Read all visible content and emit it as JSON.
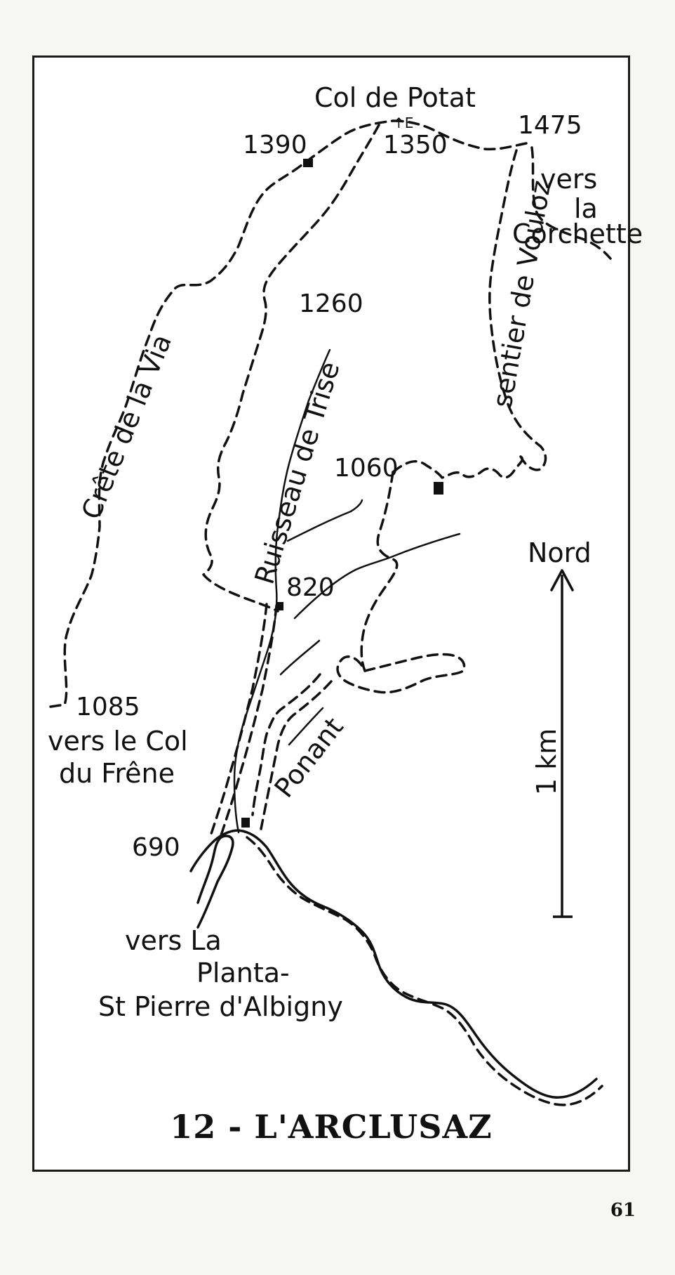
{
  "map": {
    "title": "12 - L'ARCLUSAZ",
    "page_number": "61",
    "places": {
      "col": "Col de Potat",
      "alt_1390": "1390",
      "alt_1350": "1350",
      "alt_1475": "1475",
      "vers_corchette_1": "vers",
      "vers_corchette_2": "la",
      "vers_corchette_3": "Corchette",
      "crete": "Crête de la Via",
      "alt_1260": "1260",
      "sentier": "sentier de Vouloz",
      "ruisseau": "Ruisseau de Trise",
      "alt_1060": "1060",
      "alt_820": "820",
      "alt_1085": "1085",
      "vers_col_1": "vers le Col",
      "vers_col_2": "du Frêne",
      "ponant": "Ponant",
      "alt_690": "690",
      "vers_planta_1": "vers La",
      "vers_planta_2": "Planta-",
      "vers_planta_3": "St Pierre d'Albigny"
    },
    "compass": {
      "north": "Nord",
      "scale": "1 km"
    },
    "colors": {
      "ink": "#111111",
      "paper": "#ffffff",
      "margin": "#f6f6f4"
    }
  }
}
